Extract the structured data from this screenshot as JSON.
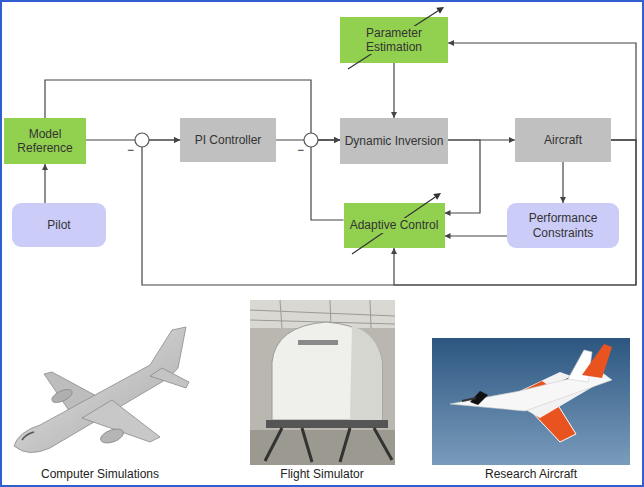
{
  "diagram": {
    "nodes": [
      {
        "text": [
          "Parameter Estimation"
        ]
      },
      {
        "text": [
          "Model Reference"
        ]
      },
      {
        "text": [
          "PI Controller"
        ]
      },
      {
        "text": [
          "Dynamic Inversion"
        ]
      },
      {
        "text": [
          "Aircraft"
        ]
      },
      {
        "text": [
          "Pilot"
        ]
      },
      {
        "text": [
          "Adaptive Control"
        ]
      },
      {
        "text": [
          "Performance Constraints"
        ]
      }
    ],
    "edges": [
      {
        "from": 5,
        "to": 1,
        "arrow": "to"
      },
      {
        "from": 1,
        "to": 2,
        "arrow": "to"
      },
      {
        "from": 1,
        "to": 3,
        "arrow": "to"
      },
      {
        "from": 2,
        "to": 3,
        "arrow": "to"
      },
      {
        "from": 0,
        "to": 3,
        "arrow": "to"
      },
      {
        "from": 3,
        "to": 4,
        "arrow": "to"
      },
      {
        "from": 3,
        "to": 6,
        "arrow": "to"
      },
      {
        "from": 4,
        "to": 7,
        "arrow": "to"
      },
      {
        "from": 7,
        "to": 6,
        "arrow": "to"
      },
      {
        "from": 6,
        "to": 3,
        "arrow": "to"
      },
      {
        "from": 4,
        "to": 0,
        "arrow": "to"
      },
      {
        "from": 4,
        "to": 2,
        "arrow": "to"
      },
      {
        "from": 4,
        "to": 6,
        "arrow": "to"
      }
    ],
    "labels": [
      "−",
      "−",
      "Computer Simulations",
      "Flight Simulator",
      "Research Aircraft"
    ]
  }
}
